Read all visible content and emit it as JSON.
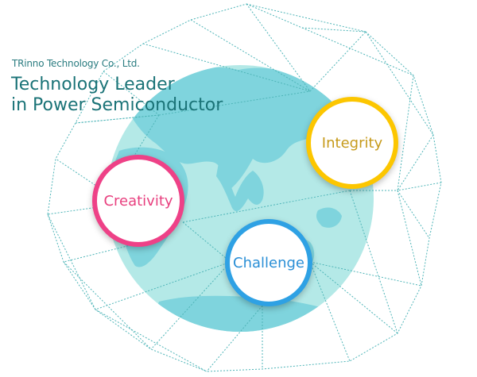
{
  "header": {
    "company": "TRinno Technology Co., Ltd.",
    "headline_line1": "Technology Leader",
    "headline_line2": "in Power Semiconductor"
  },
  "values": [
    {
      "label": "Creativity",
      "color": "#ee4187"
    },
    {
      "label": "Integrity",
      "color": "#fcc600"
    },
    {
      "label": "Challenge",
      "color": "#2ea1e4"
    }
  ],
  "colors": {
    "globe": "#b4e9e7",
    "land": "#7fd4dd",
    "network_lines": "#4fb5b8",
    "headline": "#1a7377"
  }
}
